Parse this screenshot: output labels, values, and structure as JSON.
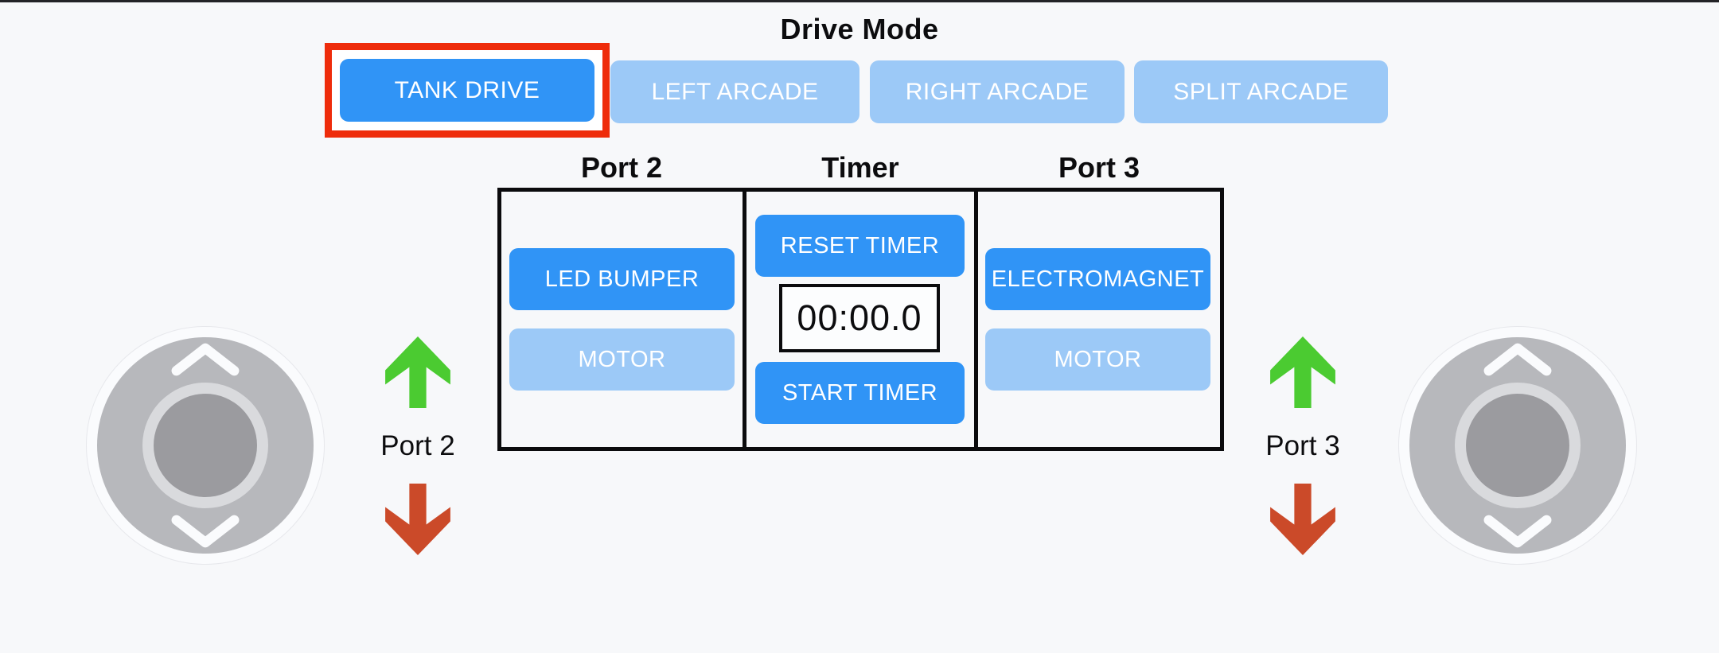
{
  "page": {
    "background": "#f7f8fa",
    "top_border_color": "#232327"
  },
  "drive_mode": {
    "title": "Drive Mode",
    "buttons": [
      {
        "label": "TANK DRIVE",
        "active": true,
        "highlighted": true
      },
      {
        "label": "LEFT ARCADE",
        "active": false,
        "highlighted": false
      },
      {
        "label": "RIGHT ARCADE",
        "active": false,
        "highlighted": false
      },
      {
        "label": "SPLIT ARCADE",
        "active": false,
        "highlighted": false
      }
    ],
    "highlight_color": "#ee2c0b"
  },
  "panel": {
    "columns": [
      {
        "header": "Port 2",
        "buttons": [
          {
            "label": "LED BUMPER",
            "active": true
          },
          {
            "label": "MOTOR",
            "active": false
          }
        ]
      },
      {
        "header": "Timer",
        "reset_label": "RESET TIMER",
        "display_value": "00:00.0",
        "start_label": "START TIMER"
      },
      {
        "header": "Port 3",
        "buttons": [
          {
            "label": "ELECTROMAGNET",
            "active": true
          },
          {
            "label": "MOTOR",
            "active": false
          }
        ]
      }
    ]
  },
  "left_control": {
    "label": "Port 2",
    "up_arrow": "green-up-arrow",
    "down_arrow": "red-down-arrow"
  },
  "right_control": {
    "label": "Port 3",
    "up_arrow": "green-up-arrow",
    "down_arrow": "red-down-arrow"
  },
  "colors": {
    "active_button_blue": "#3094f6",
    "inactive_button_blue": "#9cc9f7",
    "green_arrow": "#4bcb31",
    "red_arrow": "#cb4a29",
    "joystick_base": "#b7b8bc",
    "joystick_knob": "#9b9b9f",
    "table_border": "#0b0b0d"
  }
}
